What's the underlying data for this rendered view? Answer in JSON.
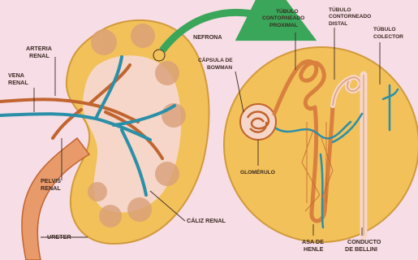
{
  "title": "Nefrona",
  "labels": {
    "arteria_renal": [
      "ARTERIA",
      "RENAL"
    ],
    "vena_renal": [
      "VENA",
      "RENAL"
    ],
    "pelvis_renal": [
      "PELVIS",
      "RENAL"
    ],
    "ureter": [
      "URETER"
    ],
    "caliz_renal": [
      "CÁLIZ RENAL"
    ],
    "tubulo_proximal": [
      "TÚBULO",
      "CONTORNEADO",
      "PROXIMAL"
    ],
    "tubulo_distal": [
      "TÚBULO",
      "CONTORNEADO",
      "DISTAL"
    ],
    "tubulo_colector": [
      "TÚBULO",
      "COLECTOR"
    ],
    "capsula_bowman": [
      "CÁPSULA DE",
      "BOWMAN"
    ],
    "glomerulo": [
      "GLOMÉRULO"
    ],
    "asa_henle": [
      "ASA DE",
      "HENLE"
    ],
    "conducto_bellini": [
      "CONDUCTO",
      "DE BELLINI"
    ]
  },
  "colors": {
    "background": "#f7dde6",
    "cortex": "#f2c15a",
    "cortex_edge": "#d19a3c",
    "medulla": "#f6d6c8",
    "pyramid": "#d9a07a",
    "artery": "#c1642f",
    "vein": "#2a8fa8",
    "tubule": "#d9803f",
    "arrow": "#3aa65a"
  }
}
